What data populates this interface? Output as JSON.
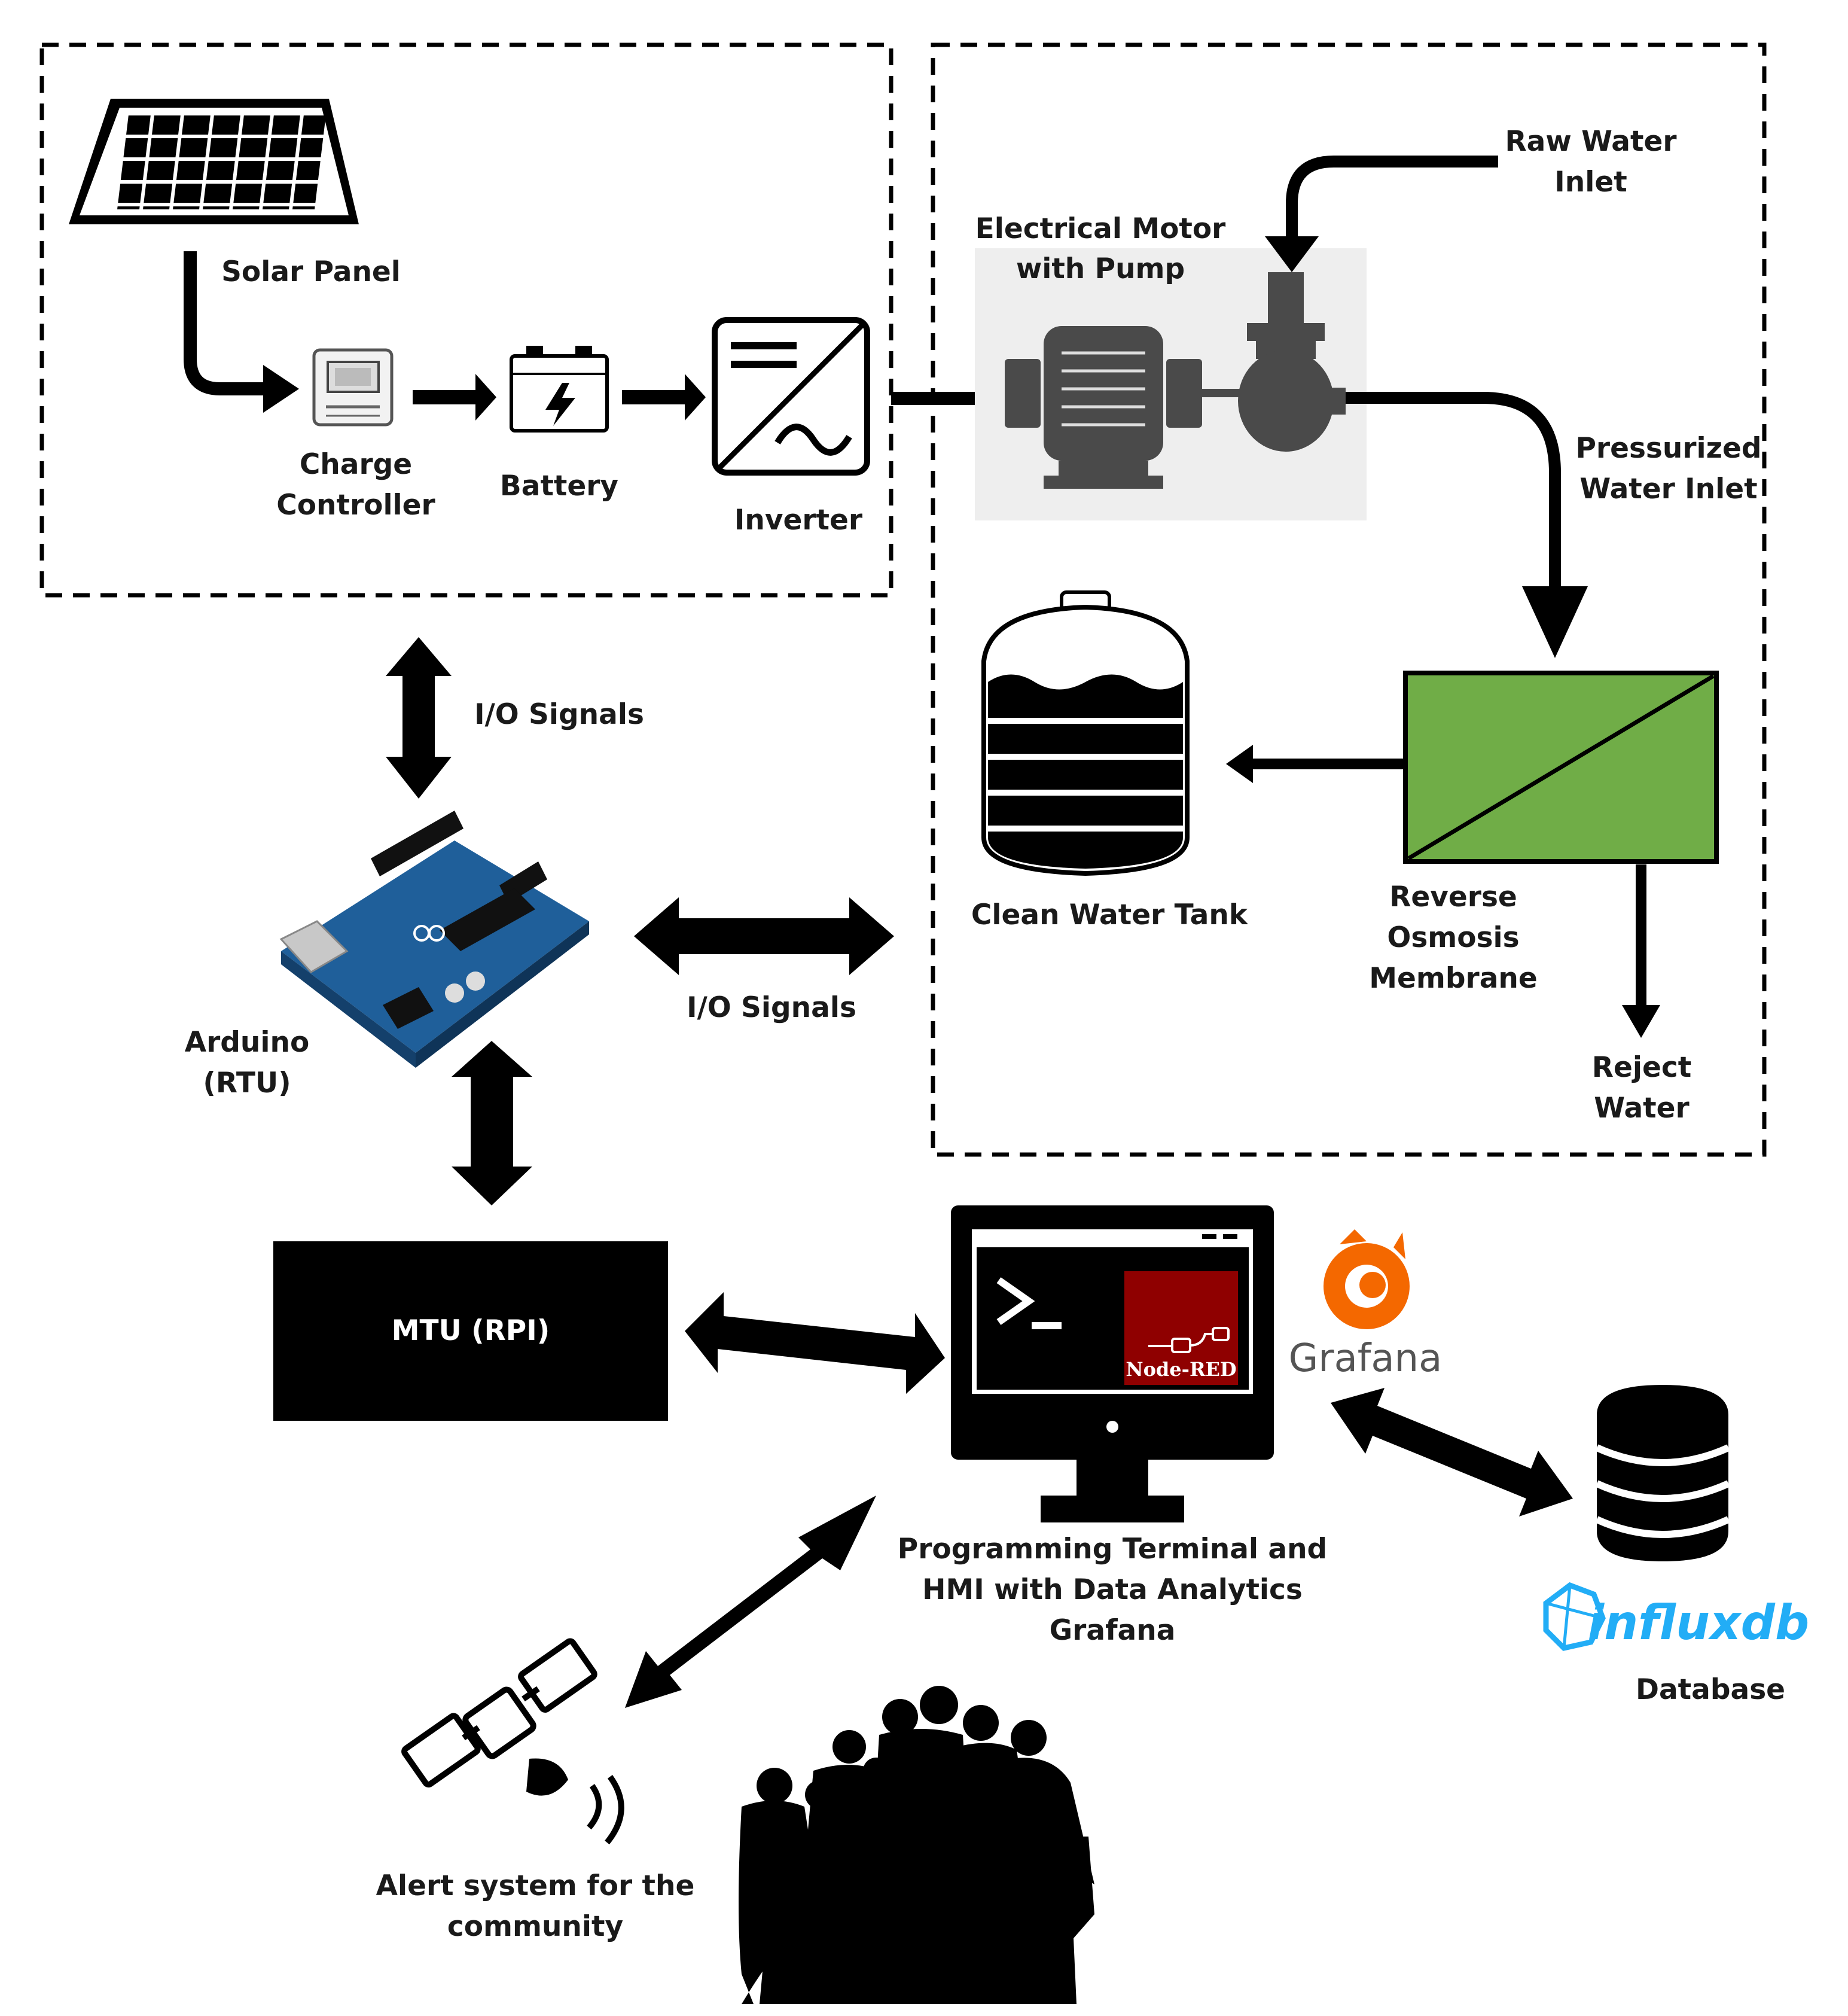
{
  "labels": {
    "solar_panel": "Solar Panel",
    "charge_controller": [
      "Charge",
      "Controller"
    ],
    "battery": "Battery",
    "inverter": "Inverter",
    "motor_pump": [
      "Electrical Motor",
      "with Pump"
    ],
    "raw_water": [
      "Raw Water",
      "Inlet"
    ],
    "pressurized_water": [
      "Pressurized",
      "Water Inlet"
    ],
    "clean_water_tank": "Clean Water Tank",
    "ro_membrane": [
      "Reverse",
      "Osmosis",
      "Membrane"
    ],
    "reject_water": [
      "Reject",
      "Water"
    ],
    "io_signals_left": "I/O Signals",
    "io_signals_right": "I/O Signals",
    "arduino": [
      "Arduino",
      "(RTU)"
    ],
    "mtu": "MTU (RPI)",
    "hmi": [
      "Programming Terminal and",
      "HMI with Data Analytics",
      "Grafana"
    ],
    "database": "Database",
    "alert": [
      "Alert system for the",
      "community"
    ]
  },
  "logos": {
    "node_red": "Node-RED",
    "grafana": "Grafana",
    "influxdb": "influxdb"
  },
  "colors": {
    "ro_membrane": "#70ad47",
    "node_red": "#8f0000",
    "grafana_orange": "#f46800",
    "influx_blue": "#22adf6",
    "motor_bg": "#eeeeee",
    "arduino_blue": "#1f5f9a"
  }
}
